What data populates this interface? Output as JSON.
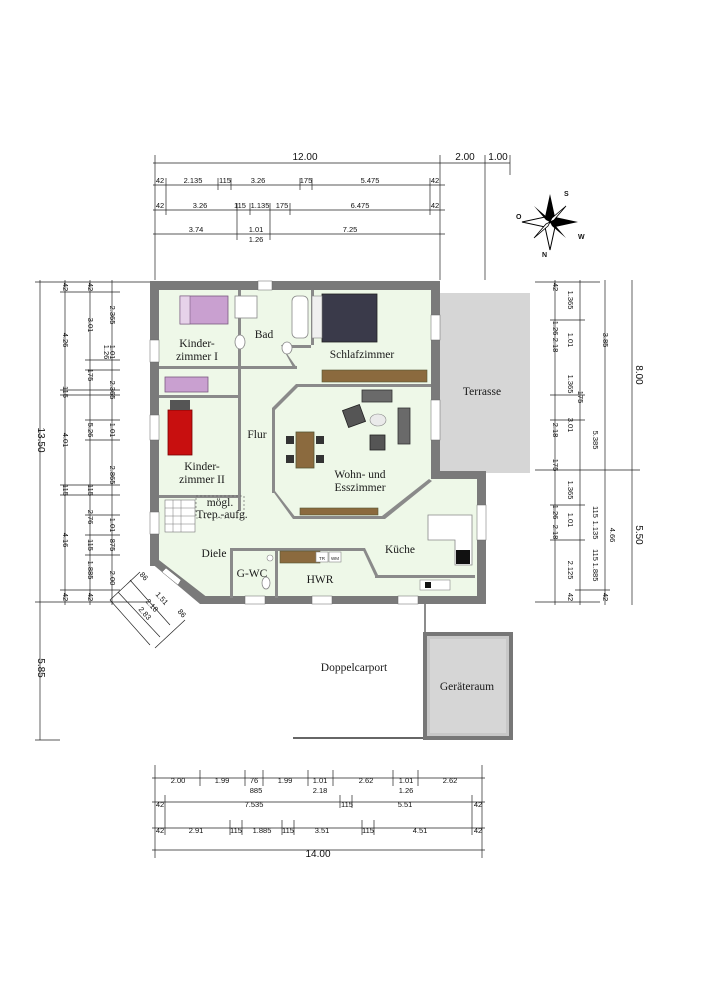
{
  "rooms": {
    "kinderzimmer1_line1": "Kinder-",
    "kinderzimmer1_line2": "zimmer I",
    "bad": "Bad",
    "schlafzimmer": "Schlafzimmer",
    "terrasse": "Terrasse",
    "flur": "Flur",
    "kinderzimmer2_line1": "Kinder-",
    "kinderzimmer2_line2": "zimmer II",
    "wohn_line1": "Wohn- und",
    "wohn_line2": "Esszimmer",
    "trep_line1": "mögl.",
    "trep_line2": "Trep.-aufg.",
    "diele": "Diele",
    "kueche": "Küche",
    "gwc": "G-WC",
    "hwr": "HWR",
    "doppelcarport": "Doppelcarport",
    "geraeteraum": "Geräteraum",
    "tr": "TR",
    "wm": "WM"
  },
  "compass": {
    "n": "N",
    "s": "S",
    "o": "O",
    "w": "W"
  },
  "dims_top": {
    "total": "12.00",
    "extra1": "2.00",
    "extra2": "1.00",
    "row1": [
      "42",
      "2.135",
      "115",
      "3.26",
      "175",
      "5.475",
      "42"
    ],
    "row2": [
      "42",
      "3.26",
      "115",
      "1.135",
      "175",
      "6.475",
      "42"
    ],
    "row3": [
      "3.74",
      "1.01",
      "7.25"
    ],
    "row3_sub": "1.26"
  },
  "dims_bottom": {
    "total": "14.00",
    "row1": [
      "2.00",
      "1.99",
      "76",
      "1.99",
      "1.01",
      "2.62",
      "1.01",
      "2.62"
    ],
    "row1_sub": [
      "885",
      "2.18",
      "1.26"
    ],
    "row2": [
      "42",
      "7.535",
      "115",
      "5.51",
      "42"
    ],
    "row3": [
      "42",
      "2.91",
      "115",
      "1.885",
      "115",
      "3.51",
      "115",
      "4.51",
      "42"
    ]
  },
  "dims_left": {
    "total": "13.50",
    "total_lower": "5.85",
    "col1": [
      "42",
      "4.26",
      "115",
      "4.01",
      "115",
      "4.16",
      "42"
    ],
    "col2": [
      "42",
      "3.01",
      "175",
      "5.26",
      "115",
      "2.76",
      "115",
      "1.885",
      "42"
    ],
    "col3": [
      "2.365",
      "1.01",
      "1.26",
      "2.365",
      "1.01",
      "2.865",
      "1.01",
      "875",
      "2.00"
    ]
  },
  "dims_right": {
    "total_upper": "8.00",
    "total_lower": "5.50",
    "col1": [
      "42",
      "1.365",
      "1.26",
      "1.01",
      "2.18",
      "1.365",
      "175",
      "3.01",
      "2.18",
      "1.365",
      "175",
      "1.26",
      "1.01",
      "2.18",
      "2.125",
      "42"
    ],
    "col2": [
      "3.85",
      "5.385",
      "115",
      "1.135",
      "4.66",
      "115",
      "1.885",
      "42"
    ]
  },
  "dims_diag": [
    "86",
    "1.51",
    "2.18",
    "86",
    "2.83"
  ]
}
